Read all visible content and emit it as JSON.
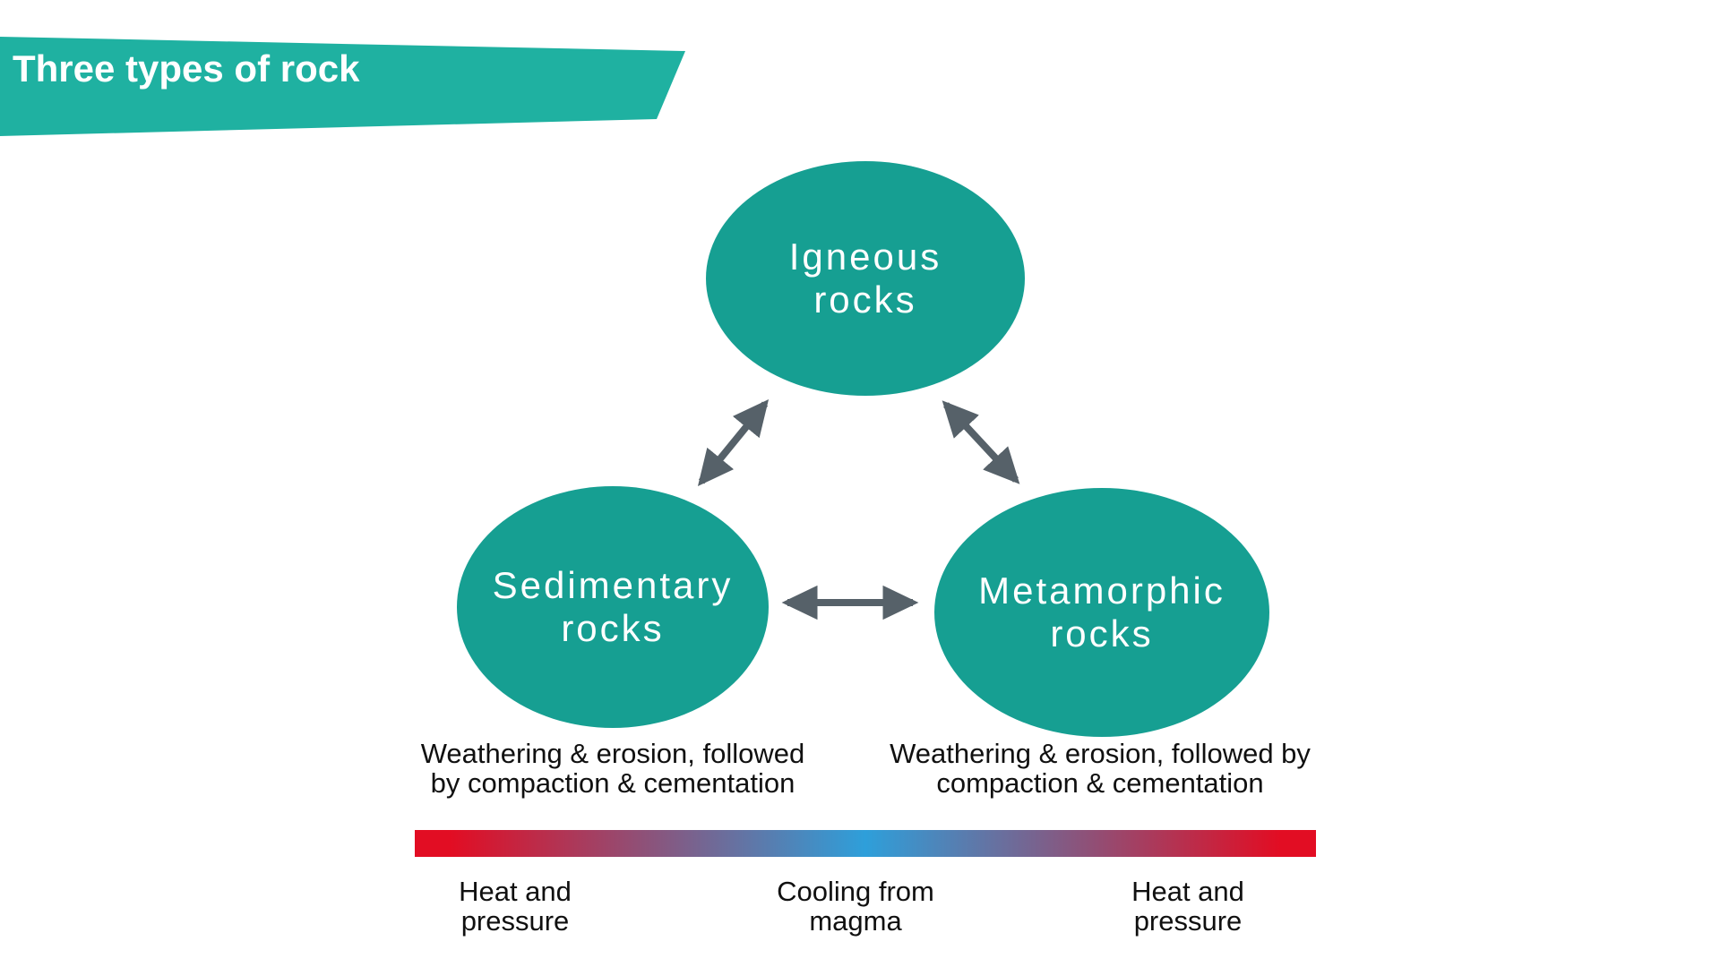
{
  "slide": {
    "title": "Three types of rock"
  },
  "colors": {
    "banner_teal": "#1fb1a1",
    "ellipse_teal": "#169f92",
    "arrow_gray": "#566169",
    "heat_red": "#e20d23",
    "cool_blue": "#2e9fda",
    "node_text": "#ffffff",
    "body_text": "#101010"
  },
  "nodes": {
    "igneous": {
      "line1": "Igneous",
      "line2": "rocks"
    },
    "sedimentary": {
      "line1": "Sedimentary",
      "line2": "rocks"
    },
    "metamorphic": {
      "line1": "Metamorphic",
      "line2": "rocks"
    }
  },
  "captions": {
    "sedimentary": {
      "line1": "Weathering & erosion, followed",
      "line2": "by compaction & cementation"
    },
    "metamorphic": {
      "line1": "Weathering & erosion, followed by",
      "line2": "compaction & cementation"
    }
  },
  "gradient_labels": {
    "heat_left": {
      "line1": "Heat and",
      "line2": "pressure"
    },
    "cooling": {
      "line1": "Cooling from",
      "line2": "magma"
    },
    "heat_right": {
      "line1": "Heat and",
      "line2": "pressure"
    }
  }
}
